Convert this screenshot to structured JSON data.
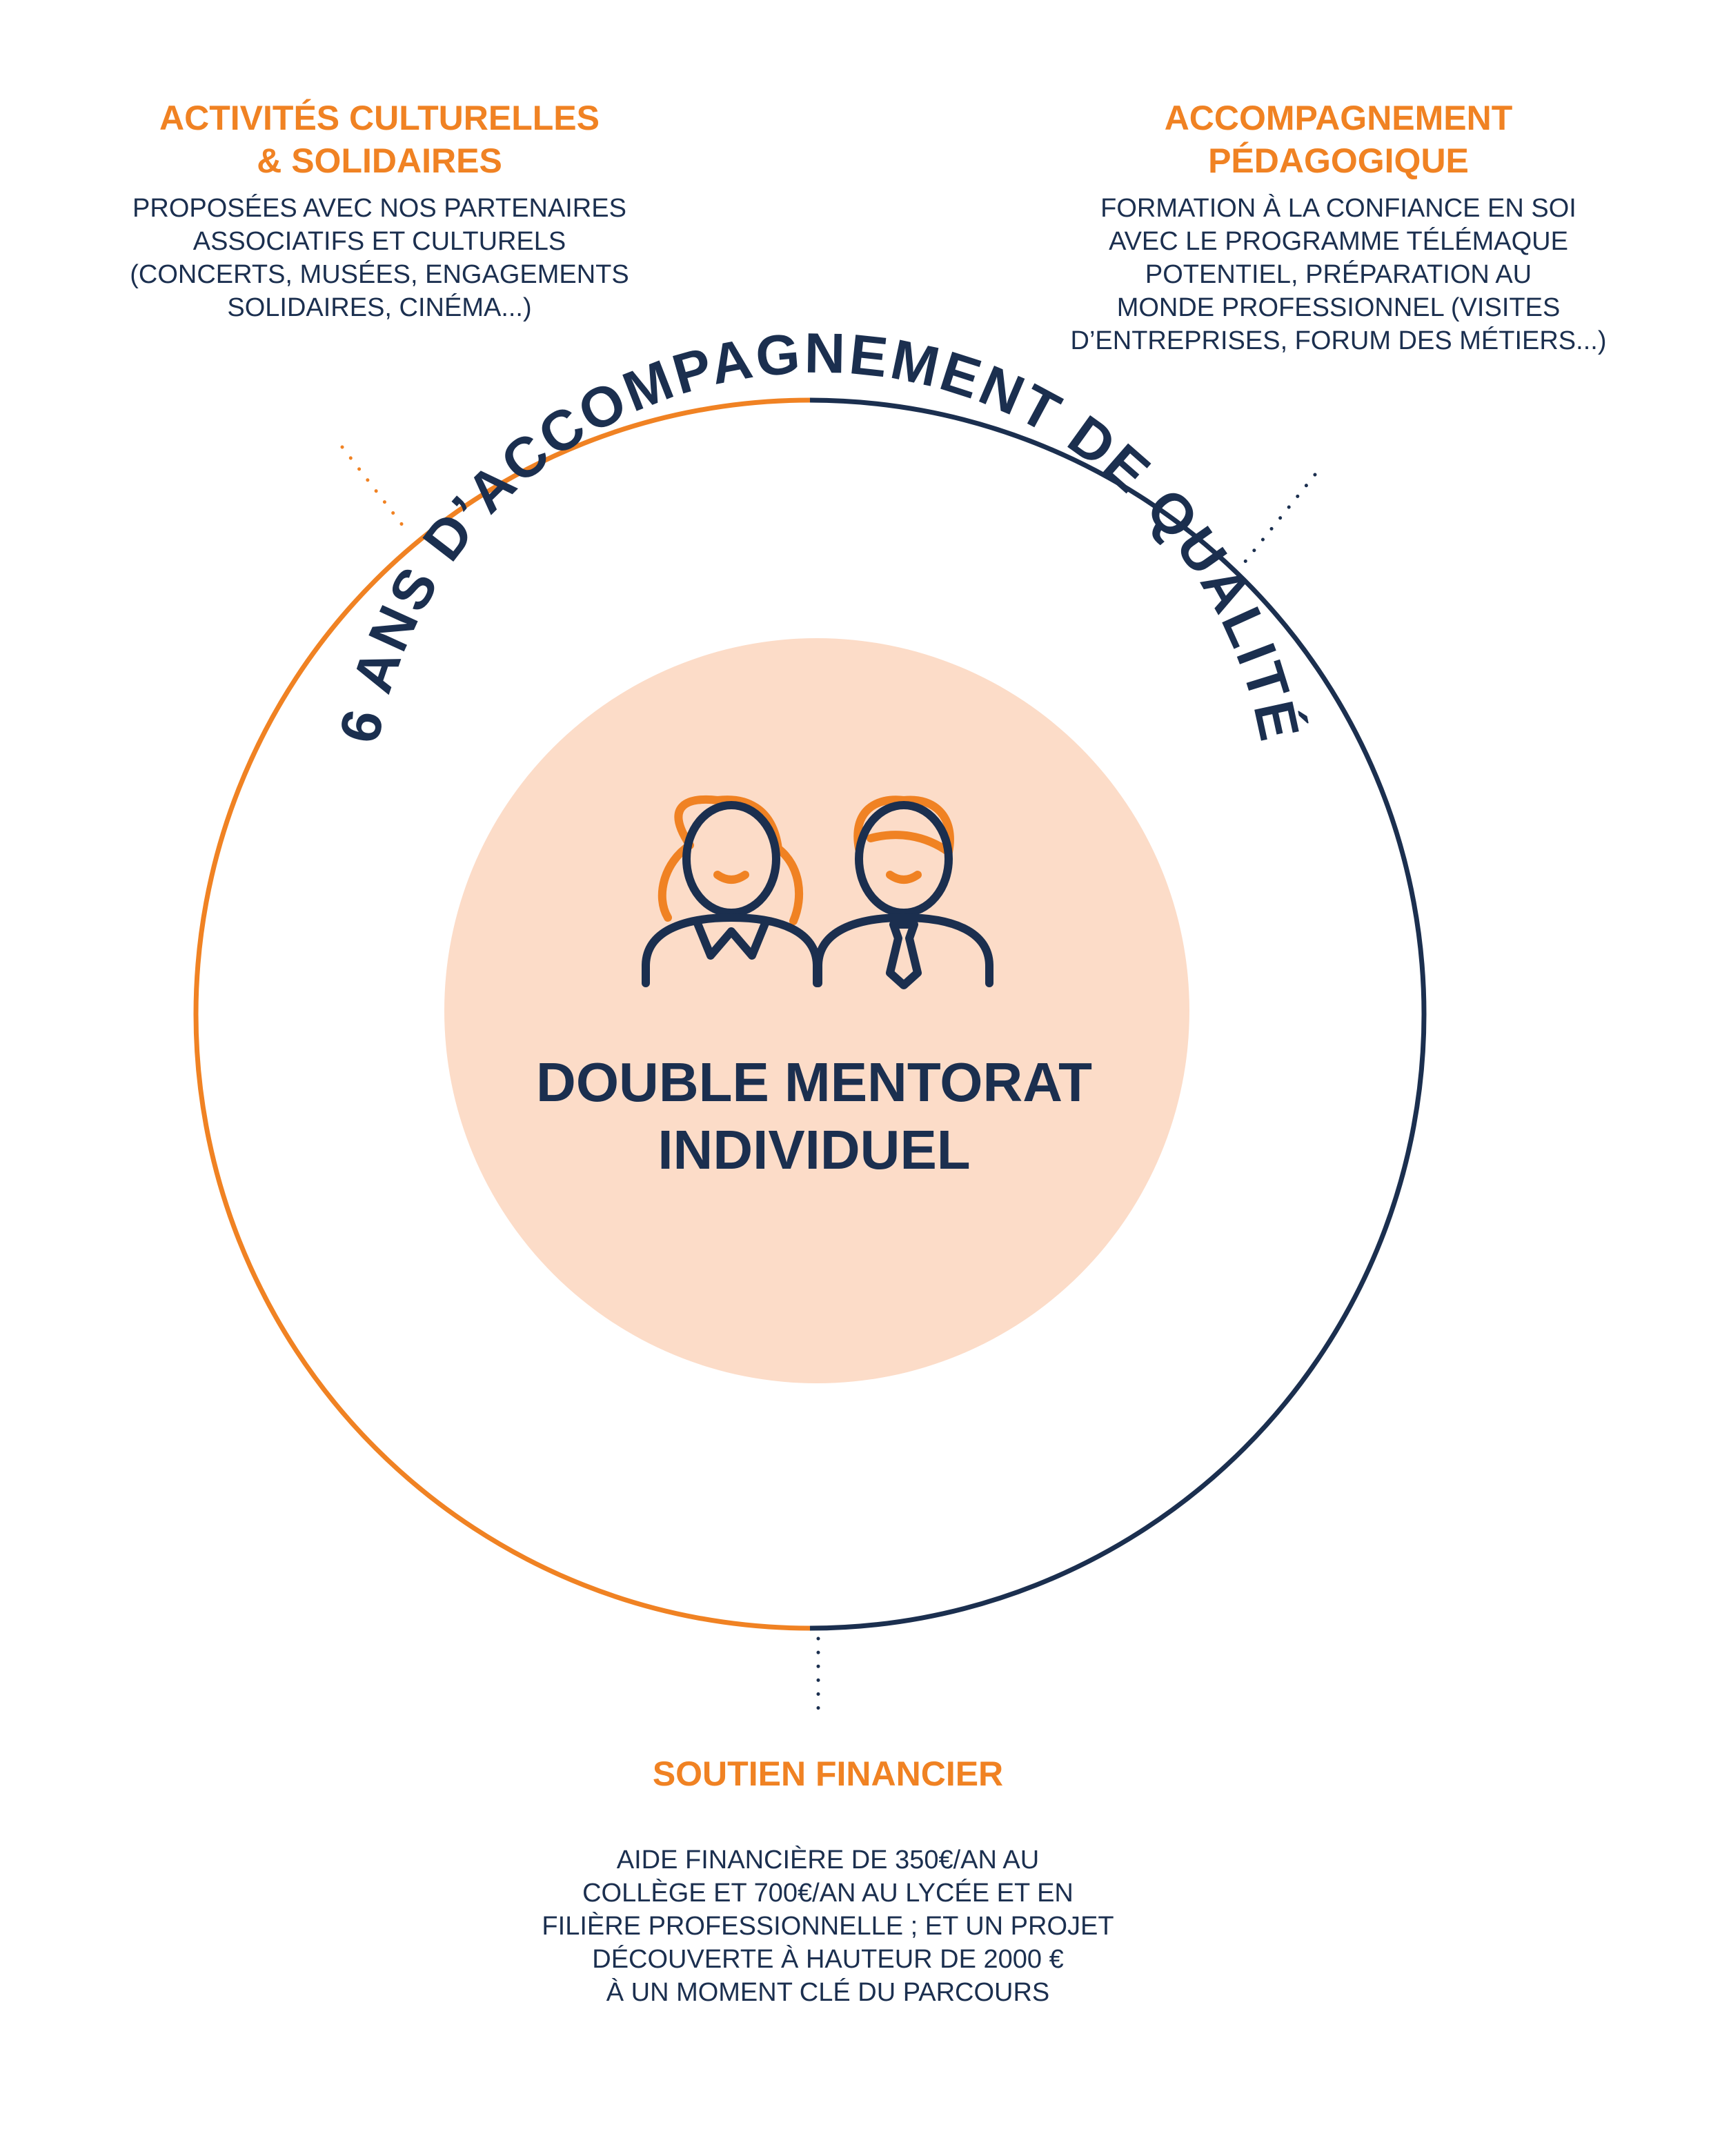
{
  "colors": {
    "orange": "#F08223",
    "navy": "#1B2F4F",
    "peach": "#FCDCC8",
    "white": "#FFFFFF"
  },
  "arc_title": "6 ANS D’ACCOMPAGNEMENT DE QUALITÉ",
  "center": {
    "label": "DOUBLE MENTORAT\nINDIVIDUEL",
    "icon": "mentors-icon"
  },
  "blocks": {
    "left": {
      "title": "ACTIVITÉS CULTURELLES\n& SOLIDAIRES",
      "body": "PROPOSÉES AVEC NOS PARTENAIRES\nASSOCIATIFS ET CULTURELS\n(CONCERTS, MUSÉES, ENGAGEMENTS\nSOLIDAIRES, CINÉMA...)"
    },
    "right": {
      "title": "ACCOMPAGNEMENT\nPÉDAGOGIQUE",
      "body": "FORMATION À LA CONFIANCE EN SOI\nAVEC LE PROGRAMME TÉLÉMAQUE\nPOTENTIEL, PRÉPARATION AU\nMONDE PROFESSIONNEL (VISITES\nD’ENTREPRISES, FORUM DES MÉTIERS...)"
    },
    "bottom": {
      "title": "SOUTIEN FINANCIER",
      "body": "AIDE FINANCIÈRE DE 350€/AN AU\nCOLLÈGE ET 700€/AN AU LYCÉE ET EN\nFILIÈRE PROFESSIONNELLE ; ET UN PROJET\nDÉCOUVERTE À HAUTEUR DE 2000 €\nÀ UN MOMENT CLÉ DU PARCOURS"
    }
  }
}
